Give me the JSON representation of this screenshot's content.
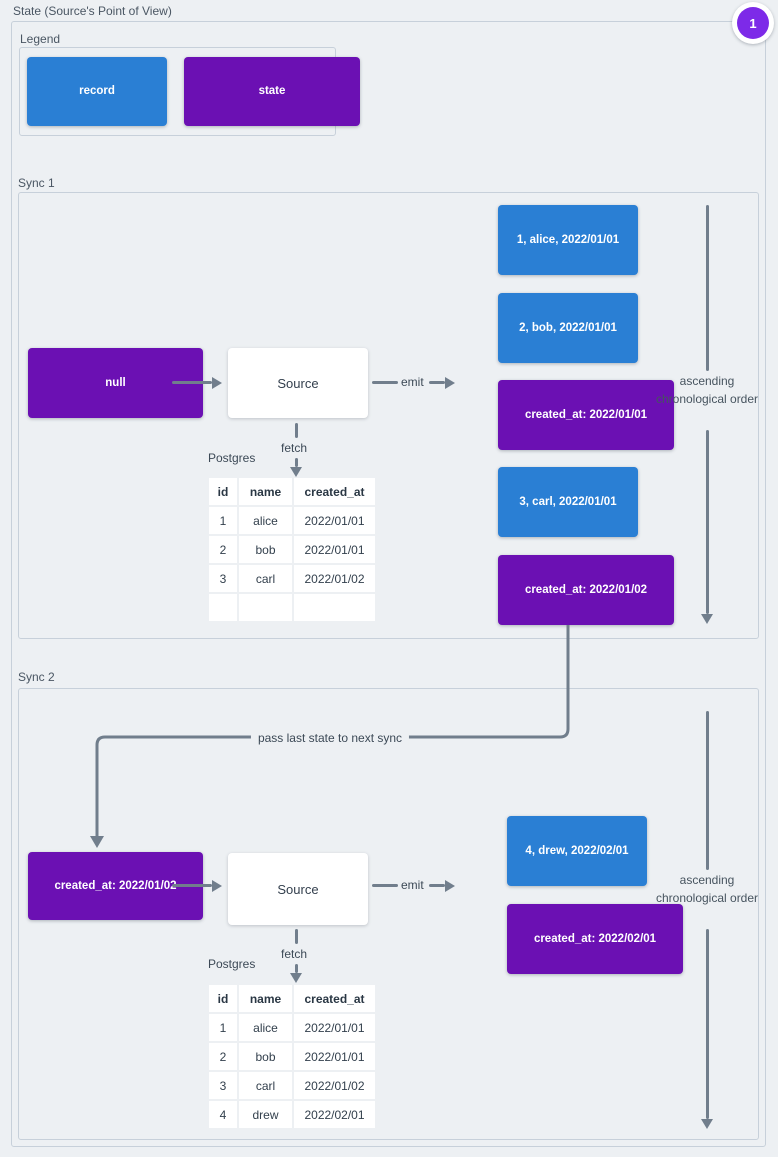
{
  "title": "State (Source's Point of View)",
  "annotation_badge": "1",
  "colors": {
    "record_blue": "#2a7fd4",
    "state_purple": "#6b10b3",
    "badge_purple": "#7d2ae8",
    "arrow_gray": "#717e8c",
    "background": "#edf0f3"
  },
  "legend": {
    "label": "Legend",
    "items": [
      {
        "type": "record",
        "label": "record"
      },
      {
        "type": "state",
        "label": "state"
      }
    ]
  },
  "connector_label": "pass last state to next sync",
  "sync1": {
    "label": "Sync 1",
    "input_state": "null",
    "source_label": "Source",
    "emit_label": "emit",
    "fetch_label": "fetch",
    "db_label": "Postgres",
    "table": {
      "headers": [
        "id",
        "name",
        "created_at"
      ],
      "rows": [
        [
          "1",
          "alice",
          "2022/01/01"
        ],
        [
          "2",
          "bob",
          "2022/01/01"
        ],
        [
          "3",
          "carl",
          "2022/01/02"
        ],
        [
          "",
          "",
          ""
        ]
      ]
    },
    "emitted": [
      {
        "type": "record",
        "text": "1, alice, 2022/01/01"
      },
      {
        "type": "record",
        "text": "2, bob, 2022/01/01"
      },
      {
        "type": "state",
        "text": "created_at: 2022/01/01"
      },
      {
        "type": "record",
        "text": "3, carl, 2022/01/01"
      },
      {
        "type": "state",
        "text": "created_at: 2022/01/02"
      }
    ],
    "order_note": "ascending chronological order"
  },
  "sync2": {
    "label": "Sync 2",
    "input_state": "created_at: 2022/01/02",
    "source_label": "Source",
    "emit_label": "emit",
    "fetch_label": "fetch",
    "db_label": "Postgres",
    "table": {
      "headers": [
        "id",
        "name",
        "created_at"
      ],
      "rows": [
        [
          "1",
          "alice",
          "2022/01/01"
        ],
        [
          "2",
          "bob",
          "2022/01/01"
        ],
        [
          "3",
          "carl",
          "2022/01/02"
        ],
        [
          "4",
          "drew",
          "2022/02/01"
        ]
      ]
    },
    "emitted": [
      {
        "type": "record",
        "text": "4, drew, 2022/02/01"
      },
      {
        "type": "state",
        "text": "created_at: 2022/02/01"
      }
    ],
    "order_note": "ascending chronological order"
  }
}
